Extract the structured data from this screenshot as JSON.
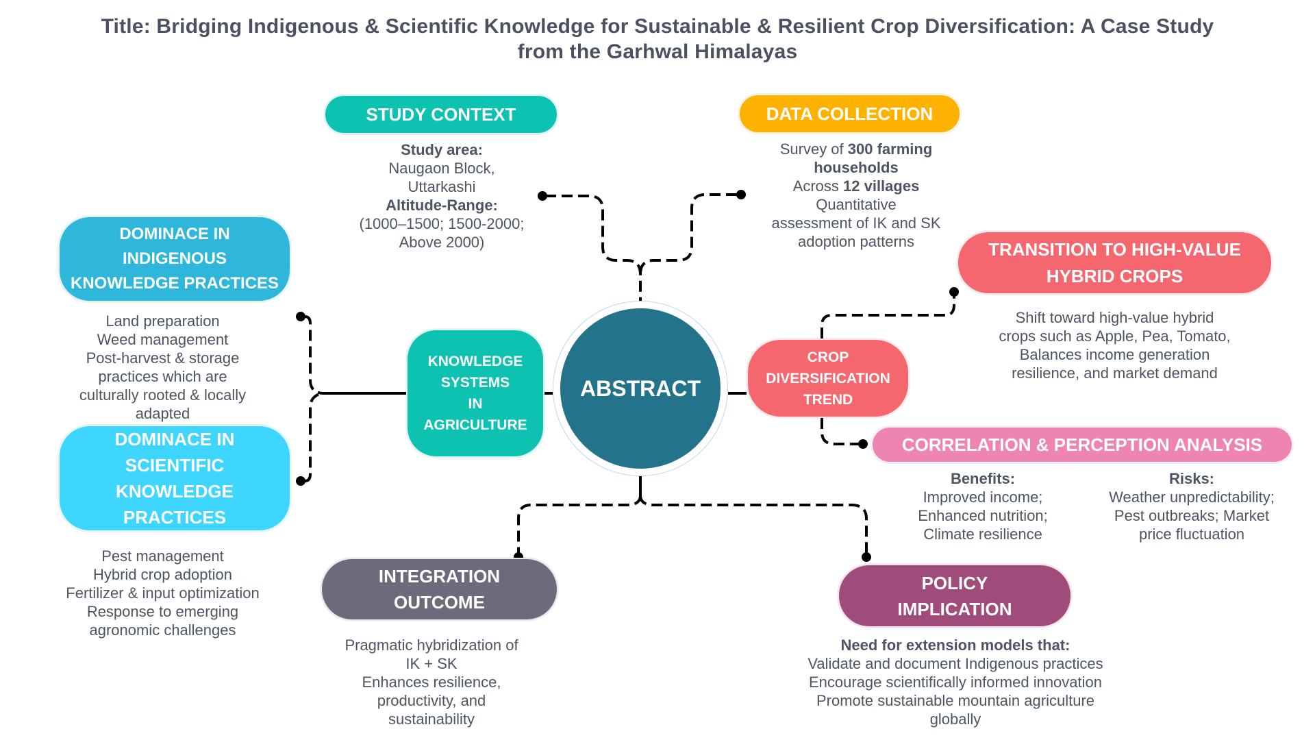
{
  "title": {
    "line1": "Title: Bridging Indigenous & Scientific Knowledge for Sustainable & Resilient Crop Diversification: A Case Study",
    "line2": "from the Garhwal Himalayas"
  },
  "center": {
    "label": "ABSTRACT",
    "color": "#23738a"
  },
  "nodes": {
    "study_context": {
      "label": "STUDY CONTEXT",
      "color": "#0dc2b0",
      "study_area_heading": "Study area:",
      "study_area_lines": [
        "Naugaon Block,",
        "Uttarkashi"
      ],
      "altitude_heading": "Altitude-Range:",
      "altitude_lines": [
        "(1000–1500; 1500-2000;",
        "Above 2000)"
      ]
    },
    "data_collection": {
      "label": "DATA COLLECTION",
      "color": "#fdb100",
      "line1_prefix": "Survey of ",
      "line1_bold": "300 farming",
      "line2_bold": "households",
      "line3_prefix": "Across ",
      "line3_bold": "12 villages",
      "line4": "Quantitative",
      "line5": "assessment of IK and SK",
      "line6": "adoption patterns"
    },
    "knowledge_systems": {
      "label_lines": [
        "KNOWLEDGE",
        "SYSTEMS",
        "IN",
        "AGRICULTURE"
      ],
      "color": "#0dc2b0"
    },
    "indigenous": {
      "label_lines": [
        "DOMINACE IN",
        "INDIGENOUS",
        "KNOWLEDGE PRACTICES"
      ],
      "color": "#2eb7da",
      "items": [
        "Land preparation",
        "Weed management",
        "Post-harvest & storage",
        "practices which are",
        "culturally rooted & locally",
        "adapted"
      ]
    },
    "scientific": {
      "label_lines": [
        "DOMINACE IN",
        "SCIENTIFIC",
        "KNOWLEDGE",
        "PRACTICES"
      ],
      "color": "#3ed6fe",
      "items": [
        "Pest management",
        "Hybrid crop adoption",
        "Fertilizer & input optimization",
        "Response to emerging",
        "agronomic challenges"
      ]
    },
    "crop_diversification": {
      "label_lines": [
        "CROP",
        "DIVERSIFICATION",
        "TREND"
      ],
      "color": "#f4676f"
    },
    "transition": {
      "label_lines": [
        "TRANSITION TO HIGH-VALUE",
        "HYBRID CROPS"
      ],
      "color": "#f4676f",
      "items": [
        "Shift toward high-value hybrid",
        "crops such as Apple, Pea, Tomato,",
        "Balances income generation",
        "resilience, and market demand"
      ]
    },
    "correlation": {
      "label": "CORRELATION & PERCEPTION ANALYSIS",
      "color": "#ee84b2",
      "benefits_heading": "Benefits:",
      "benefits_lines": [
        "Improved income;",
        "Enhanced nutrition;",
        "Climate resilience"
      ],
      "risks_heading": "Risks:",
      "risks_lines": [
        "Weather unpredictability;",
        "Pest outbreaks; Market",
        "price fluctuation"
      ]
    },
    "integration": {
      "label_lines": [
        "INTEGRATION",
        "OUTCOME"
      ],
      "color": "#6d6a7b",
      "items": [
        "Pragmatic hybridization of",
        "IK + SK",
        "Enhances resilience,",
        "productivity, and",
        "sustainability"
      ]
    },
    "policy": {
      "label_lines": [
        "POLICY",
        "IMPLICATION"
      ],
      "color": "#9f4c7a",
      "heading": "Need for extension models that:",
      "items": [
        "Validate and document Indigenous practices",
        "Encourage scientifically informed innovation",
        "Promote sustainable mountain agriculture",
        "globally"
      ]
    }
  }
}
